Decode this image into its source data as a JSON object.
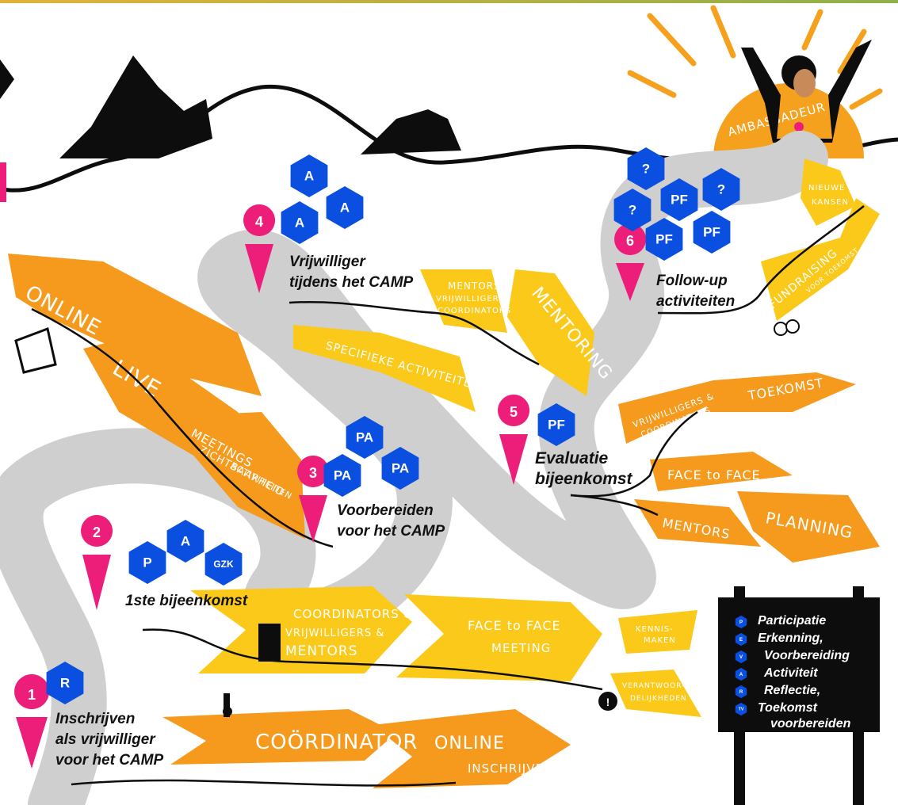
{
  "colors": {
    "road": "#cfcfcf",
    "orange": "#f59a1d",
    "yellow": "#fbc91a",
    "blue": "#0a4fe0",
    "pink": "#ec1e79",
    "black": "#0d0d0d",
    "sun": "#f5a11d"
  },
  "steps": [
    {
      "number": "1",
      "title": "Inschrijven\nals vrijwilliger\nvoor het CAMP"
    },
    {
      "number": "2",
      "title": "1ste bijeenkomst"
    },
    {
      "number": "3",
      "title": "Voorbereiden\nvoor het CAMP"
    },
    {
      "number": "4",
      "title": "Vrijwilliger\ntijdens het CAMP"
    },
    {
      "number": "5",
      "title": "Evaluatie\nbijeenkomst"
    },
    {
      "number": "6",
      "title": "Follow-up\nactiviteiten"
    }
  ],
  "hexes": {
    "step1": [
      "R"
    ],
    "step2": [
      "P",
      "A",
      "GZK"
    ],
    "step3": [
      "PA",
      "PA",
      "PA"
    ],
    "step4": [
      "A",
      "A",
      "A"
    ],
    "step5": [
      "PF"
    ],
    "step6": [
      "?",
      "?",
      "?",
      "PF",
      "PF",
      "PF"
    ]
  },
  "arrows": {
    "coordinator": "COÖRDINATOR",
    "online_1": "ONLINE",
    "online_2": "INSCHRIJVEN",
    "coordinators_1": "COORDINATORS &",
    "coordinators_2": "VRIJWILLIGERS &",
    "coordinators_3": "MENTORS",
    "face_1": "FACE to FACE",
    "face_2": "MEETING",
    "kennis_1": "KENNIS-",
    "kennis_2": "MAKEN",
    "verant_1": "VERANTWOOR-",
    "verant_2": "DELIJKHEDEN",
    "online_big": "ONLINE",
    "live": "LIVE",
    "meetings_1": "MEETINGS",
    "meetings_2": "ZICHTBAARHEID",
    "meetings_3": "ACTIVITEITEN",
    "mentors_1": "MENTORS",
    "mentors_2": "VRIJWILLIGERS",
    "mentors_3": "COORDINATORS",
    "mentoring": "MENTORING",
    "specifieke": "SPECIFIEKE ACTIVITEITEN",
    "vrijwilligers_1": "VRIJWILLIGERS &",
    "vrijwilligers_2": "COORDINATORS",
    "toekomst": "TOEKOMST",
    "face_eval": "FACE to FACE",
    "mentors_eval": "MENTORS",
    "planning": "PLANNING",
    "fundraising_1": "FUNDRAISING",
    "fundraising_2": "VOOR TOEKOMST",
    "nieuwe_1": "NIEUWE",
    "nieuwe_2": "KANSEN",
    "ambassadeur": "AMBASSADEUR"
  },
  "legend": [
    {
      "icon": "P",
      "label": "Participatie"
    },
    {
      "icon": "E",
      "label": "Erkenning,"
    },
    {
      "icon": "V",
      "label": "Voorbereiding"
    },
    {
      "icon": "A",
      "label": "Activiteit"
    },
    {
      "icon": "R",
      "label": "Reflectie,"
    },
    {
      "icon": "TV",
      "label": "Toekomst"
    },
    {
      "icon": "",
      "label": "voorbereiden"
    }
  ]
}
